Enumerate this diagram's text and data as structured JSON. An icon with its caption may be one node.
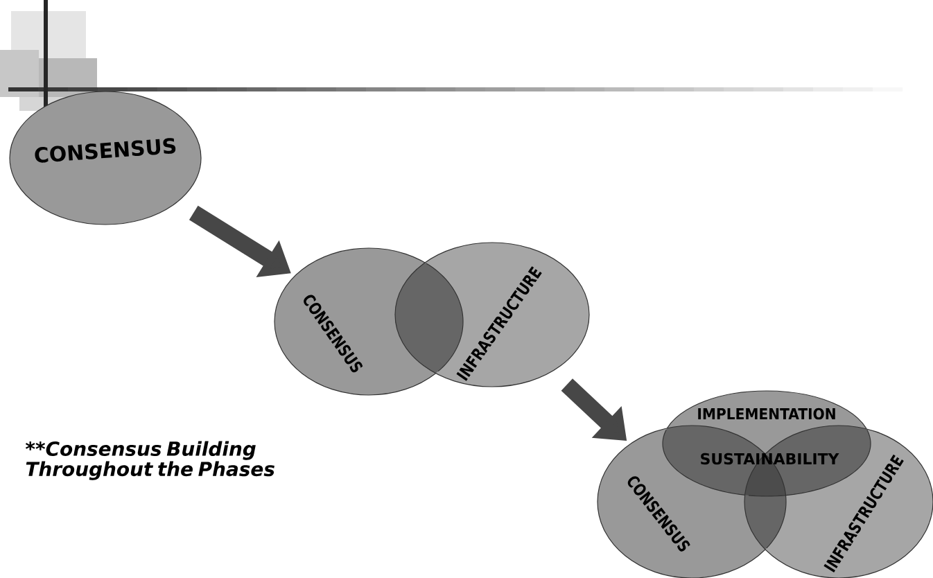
{
  "diagram": {
    "nodes": [
      {
        "text": [
          "CONSENSUS"
        ]
      },
      {
        "text": [
          "CONSENSUS"
        ]
      },
      {
        "text": [
          "INFRASTRUCTURE"
        ]
      },
      {
        "text": [
          "IMPLEMENTATION"
        ]
      },
      {
        "text": [
          "CONSENSUS"
        ]
      },
      {
        "text": [
          "INFRASTRUCTURE"
        ]
      }
    ],
    "edges": [
      {
        "from": 0,
        "to": 1,
        "arrow": "to"
      },
      {
        "from": 2,
        "to": 4,
        "arrow": "to"
      }
    ],
    "labels": [
      "SUSTAINABILITY",
      "**Consensus Building Throughout the Phases"
    ]
  }
}
